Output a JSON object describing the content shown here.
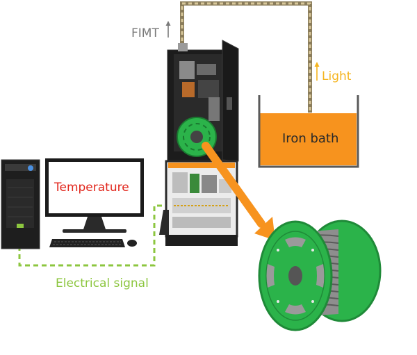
{
  "labels": {
    "fimt": "FIMT",
    "light": "Light",
    "iron_bath": "Iron bath",
    "screen_text": "Temperature",
    "electrical_signal": "Electrical signal"
  },
  "colors": {
    "fiber": "#c9b78a",
    "light": "#f5b41e",
    "iron_bath": "#f7931e",
    "signal": "#8cc63f",
    "screen_text": "#e1251b",
    "reel": "#2bb34a",
    "arrow": "#f7931e",
    "fimt_text": "#7a7a7a"
  },
  "icons": {
    "fimt_arrow": "arrow-up-icon",
    "light_arrow": "arrow-up-icon",
    "flow_arrow": "arrow-down-right-icon"
  }
}
